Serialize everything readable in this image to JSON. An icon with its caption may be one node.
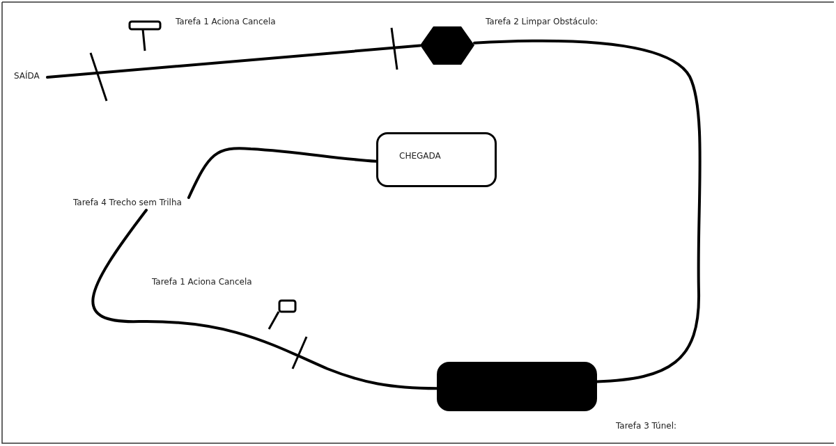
{
  "diagram": {
    "nodes": [
      {
        "text": [
          "SAÍDA"
        ]
      },
      {
        "text": [],
        "shape": "hexagon",
        "beside": [
          "Tarefa 2 Limpar Obstáculo:"
        ]
      },
      {
        "text": [],
        "shape": "box",
        "beside": [
          "Tarefa 3 Túnel:"
        ]
      },
      {
        "text": [
          "Tarefa 4 Trecho sem Trilha"
        ]
      },
      {
        "text": [
          "CHEGADA"
        ]
      }
    ],
    "edges": [
      {
        "from": 0,
        "to": 1,
        "arrow": "none"
      },
      {
        "from": 1,
        "to": 2,
        "arrow": "none"
      },
      {
        "from": 2,
        "to": 3,
        "arrow": "none"
      },
      {
        "from": 3,
        "to": 4,
        "arrow": "none"
      }
    ],
    "labels": [
      "Tarefa 1 Aciona Cancela",
      "Tarefa 1 Aciona Cancela"
    ]
  }
}
